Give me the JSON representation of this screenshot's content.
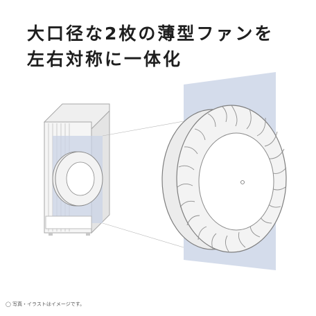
{
  "headline": {
    "line1": "大口径な2枚の薄型ファンを",
    "line2": "左右対称に一体化"
  },
  "illustration": {
    "subject": "twin-thin-fan-icon",
    "colors": {
      "panel": "#c9d3e6",
      "outline": "#8a8a8a",
      "blade": "#f2f2f2",
      "body": "#f4f4f4"
    }
  },
  "note": "◯ 写真・イラストはイメージです。"
}
